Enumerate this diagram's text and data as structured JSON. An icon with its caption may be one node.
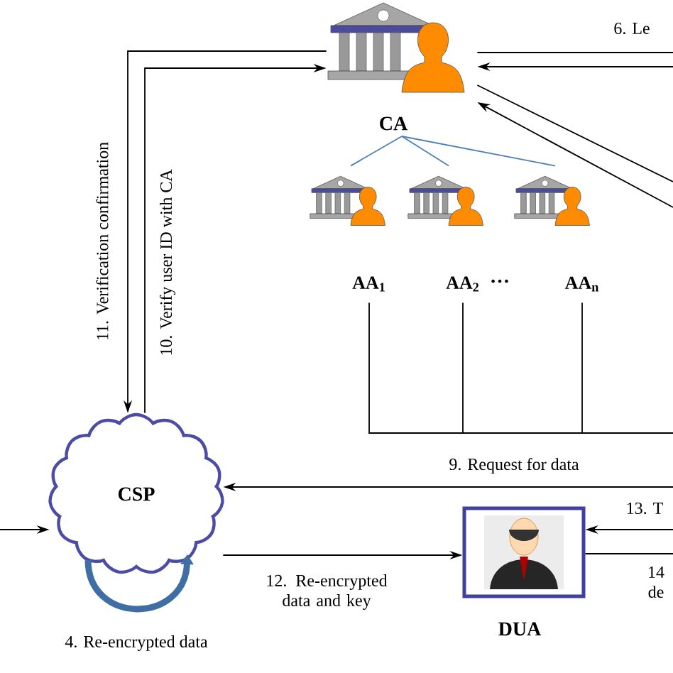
{
  "diagram": {
    "nodes": [
      {
        "text": [
          "CA"
        ]
      },
      {
        "text": [
          "AA$_{1}$"
        ]
      },
      {
        "text": [
          "AA$_{2}$"
        ]
      },
      {
        "text": [
          "AA$_{n}$"
        ]
      },
      {
        "text": [
          "CSP"
        ]
      },
      {
        "text": [
          "DUA"
        ]
      }
    ],
    "edges": [
      {
        "from": 0,
        "to": 4,
        "arrow": "to",
        "label": "11. Verification confirmation"
      },
      {
        "from": 4,
        "to": 0,
        "arrow": "to",
        "label": "10. Verify user ID with CA"
      },
      {
        "from": 0,
        "to": null,
        "arrow": "none",
        "label": "6. Le"
      },
      {
        "from": null,
        "to": 0,
        "arrow": "to"
      },
      {
        "from": 0,
        "to": null,
        "arrow": "none"
      },
      {
        "from": null,
        "to": 0,
        "arrow": "to"
      },
      {
        "from": 0,
        "to": 1,
        "arrow": "none",
        "color": "#4f7fb8"
      },
      {
        "from": 0,
        "to": 2,
        "arrow": "none",
        "color": "#4f7fb8"
      },
      {
        "from": 0,
        "to": 3,
        "arrow": "none",
        "color": "#4f7fb8"
      },
      {
        "from": 1,
        "to": null,
        "arrow": "none"
      },
      {
        "from": 2,
        "to": null,
        "arrow": "none"
      },
      {
        "from": 3,
        "to": null,
        "arrow": "none"
      },
      {
        "from": null,
        "to": 4,
        "arrow": "to",
        "label": "9. Request for data"
      },
      {
        "from": null,
        "to": 5,
        "arrow": "to",
        "label": "13. T"
      },
      {
        "from": 5,
        "to": null,
        "arrow": "none",
        "label": "14 de"
      },
      {
        "from": 4,
        "to": 5,
        "arrow": "to",
        "label": "12. Re-encrypted data and key"
      },
      {
        "from": null,
        "to": 4,
        "arrow": "to"
      },
      {
        "from": 4,
        "to": 4,
        "arrow": "to",
        "label": "4. Re-encrypted data",
        "style": "thick",
        "color": "#3f6ea5"
      }
    ],
    "labels": [
      "…"
    ]
  }
}
